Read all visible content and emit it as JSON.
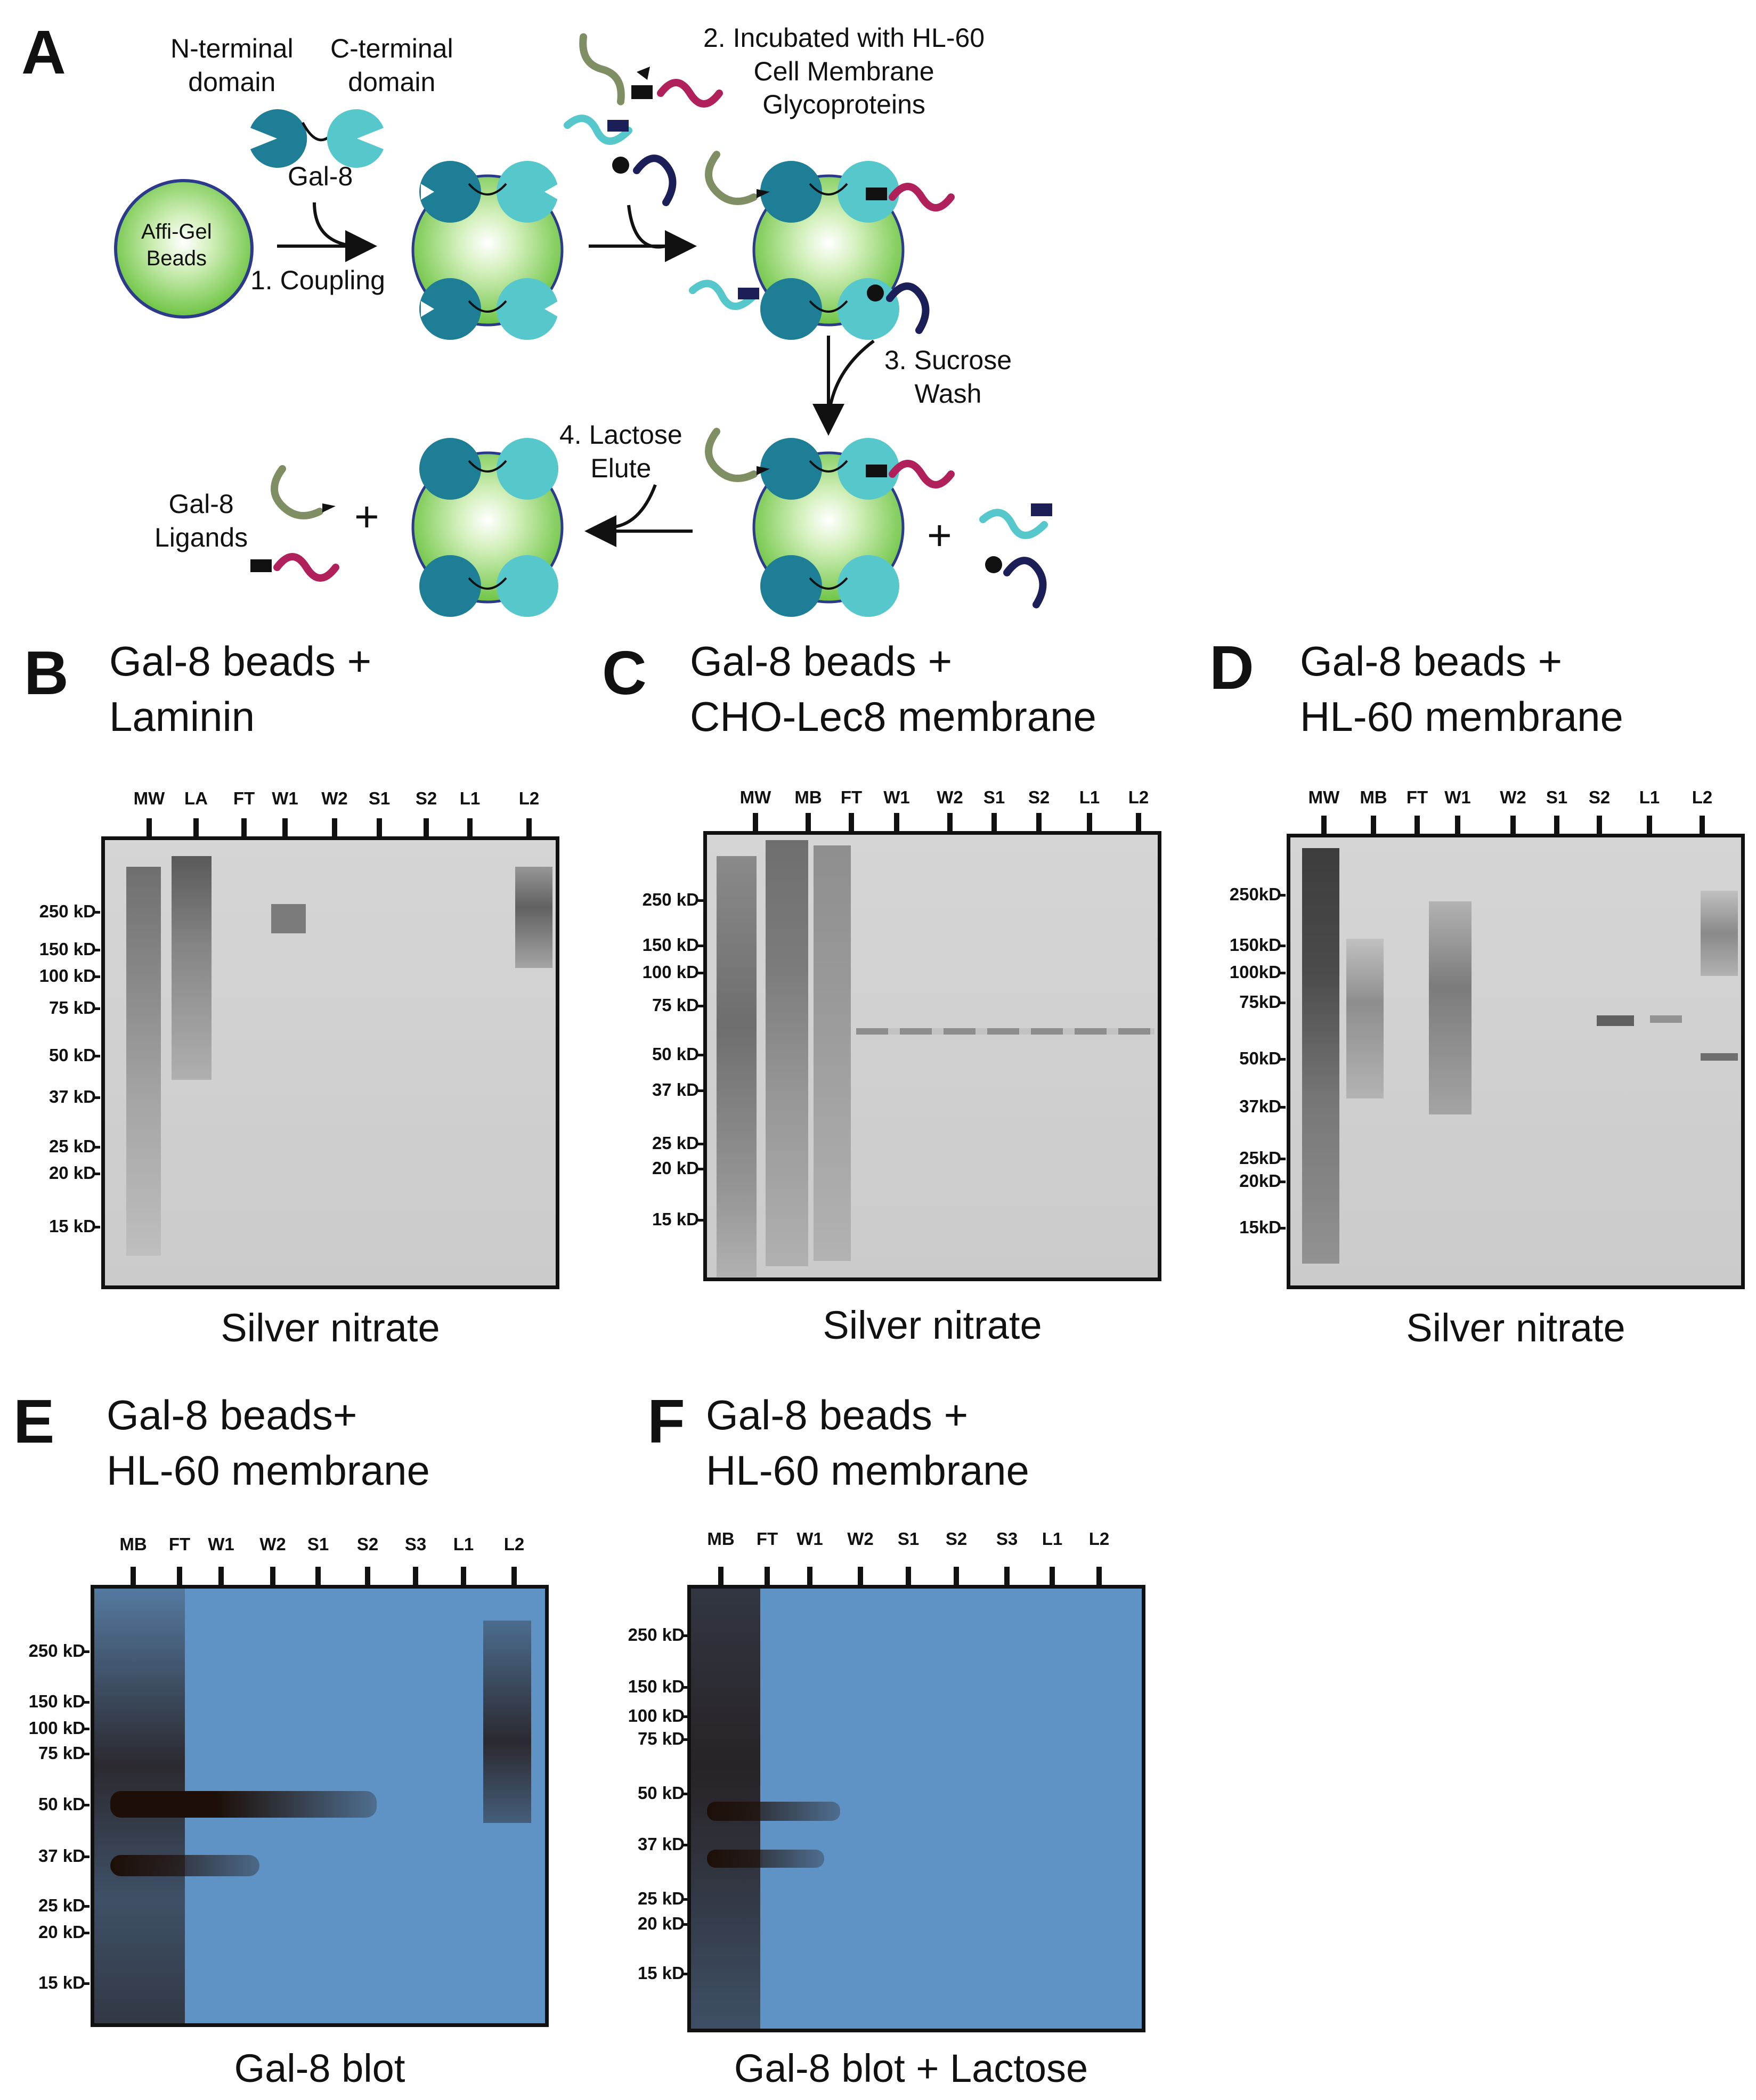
{
  "panel_a": {
    "label": "A",
    "n_terminal": "N-terminal\ndomain",
    "c_terminal": "C-terminal\ndomain",
    "gal8": "Gal-8",
    "beads": "Affi-Gel\nBeads",
    "step1": "1. Coupling",
    "step2": "2. Incubated with HL-60\nCell Membrane\nGlycoproteins",
    "step3": "3. Sucrose\nWash",
    "step4": "4. Lactose\nElute",
    "ligands": "Gal-8\nLigands",
    "plus": "+"
  },
  "panels": [
    {
      "label": "B",
      "title": "Gal-8 beads +\nLaminin",
      "caption": "Silver nitrate",
      "lanes": [
        "MW",
        "LA",
        "FT",
        "W1",
        "W2",
        "S1",
        "S2",
        "L1",
        "L2"
      ],
      "markers": [
        "250 kD",
        "150 kD",
        "100 kD",
        "75 kD",
        "50 kD",
        "37 kD",
        "25 kD",
        "20 kD",
        "15 kD"
      ]
    },
    {
      "label": "C",
      "title": "Gal-8 beads +\nCHO-Lec8 membrane",
      "caption": "Silver nitrate",
      "lanes": [
        "MW",
        "MB",
        "FT",
        "W1",
        "W2",
        "S1",
        "S2",
        "L1",
        "L2"
      ],
      "markers": [
        "250 kD",
        "150 kD",
        "100 kD",
        "75 kD",
        "50 kD",
        "37 kD",
        "25 kD",
        "20 kD",
        "15 kD"
      ]
    },
    {
      "label": "D",
      "title": "Gal-8 beads +\nHL-60 membrane",
      "caption": "Silver nitrate",
      "lanes": [
        "MW",
        "MB",
        "FT",
        "W1",
        "W2",
        "S1",
        "S2",
        "L1",
        "L2"
      ],
      "markers": [
        "250kD",
        "150kD",
        "100kD",
        "75kD",
        "50kD",
        "37kD",
        "25kD",
        "20kD",
        "15kD"
      ]
    },
    {
      "label": "E",
      "title": "Gal-8 beads+\nHL-60 membrane",
      "caption": "Gal-8 blot",
      "lanes": [
        "MB",
        "FT",
        "W1",
        "W2",
        "S1",
        "S2",
        "S3",
        "L1",
        "L2"
      ],
      "markers": [
        "250 kD",
        "150 kD",
        "100 kD",
        "75 kD",
        "50 kD",
        "37 kD",
        "25 kD",
        "20 kD",
        "15 kD"
      ]
    },
    {
      "label": "F",
      "title": "Gal-8 beads +\nHL-60 membrane",
      "caption": "Gal-8 blot + Lactose",
      "lanes": [
        "MB",
        "FT",
        "W1",
        "W2",
        "S1",
        "S2",
        "S3",
        "L1",
        "L2"
      ],
      "markers": [
        "250 kD",
        "150 kD",
        "100 kD",
        "75 kD",
        "50 kD",
        "37 kD",
        "25 kD",
        "20 kD",
        "15 kD"
      ]
    }
  ],
  "colors": {
    "bead_green": "#7ccf52",
    "dark_teal": "#1d7e96",
    "light_teal": "#56c8cc",
    "olive": "#7f8f63",
    "magenta": "#b0205a",
    "navy": "#1c1f57",
    "blot_blue": "#5f93c5"
  }
}
